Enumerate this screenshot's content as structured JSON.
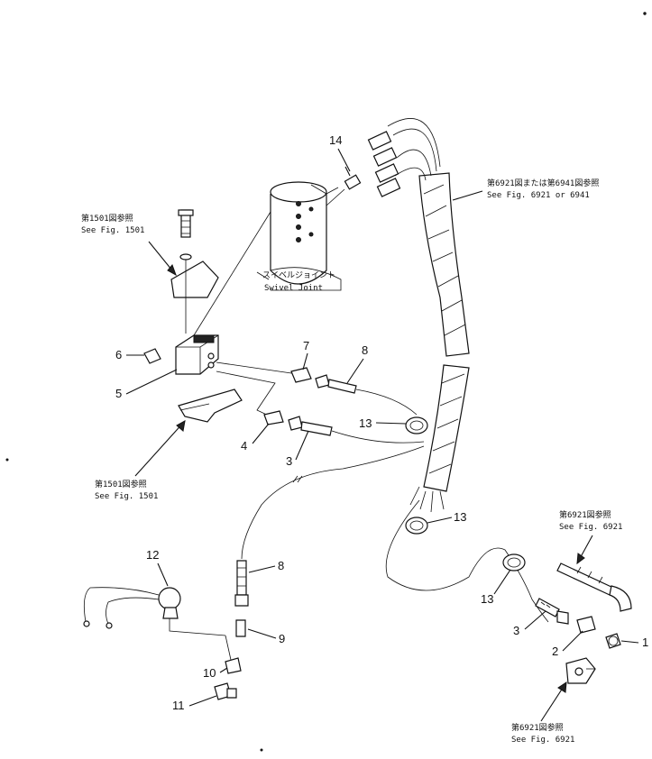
{
  "labels": {
    "p1": "1",
    "p2": "2",
    "p3a": "3",
    "p3b": "3",
    "p4": "4",
    "p5": "5",
    "p6": "6",
    "p7": "7",
    "p8a": "8",
    "p8b": "8",
    "p9": "9",
    "p10": "10",
    "p11": "11",
    "p12": "12",
    "p13a": "13",
    "p13b": "13",
    "p13c": "13",
    "p14": "14"
  },
  "refs": {
    "hose_jp": "第6921図または第6941図参照",
    "hose_en": "See Fig. 6921 or 6941",
    "bracket_top_jp": "第1501図参照",
    "bracket_top_en": "See Fig. 1501",
    "bracket_bottom_jp": "第1501図参照",
    "bracket_bottom_en": "See Fig. 1501",
    "swivel_jp": "スイベルジョイント",
    "swivel_en": "Swivel Joint",
    "tube_right_jp": "第6921図参照",
    "tube_right_en": "See Fig. 6921",
    "clamp_jp": "第6921図参照",
    "clamp_en": "See Fig. 6921"
  }
}
